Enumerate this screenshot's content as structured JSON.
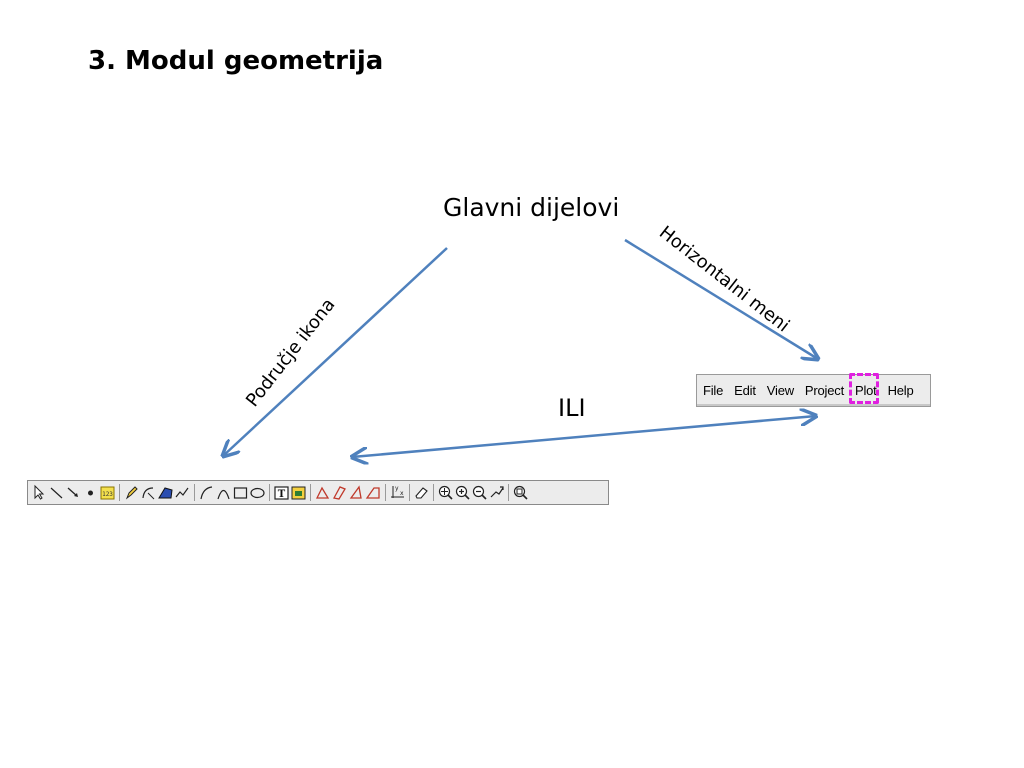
{
  "slide": {
    "title": "3. Modul geometrija",
    "center_label": "Glavni dijelovi",
    "left_branch_label": "Područje ikona",
    "right_branch_label": "Horizontalni meni",
    "or_label": "ILI"
  },
  "menubar": {
    "items": [
      "File",
      "Edit",
      "View",
      "Project",
      "Plot",
      "Help"
    ],
    "highlighted": "Plot",
    "highlight_color": "#e020e0"
  },
  "toolbar": {
    "groups": [
      [
        "pointer-arrow-icon",
        "line-icon",
        "arrow-line-icon",
        "point-icon",
        "number-label-icon"
      ],
      [
        "pencil-icon",
        "curve-edit-icon",
        "fill-region-icon",
        "polyline-icon"
      ],
      [
        "arc-icon",
        "semicircle-icon",
        "rectangle-icon",
        "ellipse-icon"
      ],
      [
        "text-box-icon",
        "image-icon"
      ],
      [
        "triangle-icon",
        "parallelogram-icon",
        "quadrilateral-icon",
        "trapezoid-icon"
      ],
      [
        "axes-icon"
      ],
      [
        "eraser-icon"
      ],
      [
        "zoom-fit-icon",
        "zoom-in-icon",
        "zoom-out-icon",
        "pan-icon"
      ],
      [
        "zoom-window-icon"
      ]
    ]
  },
  "colors": {
    "arrow": "#4f81bd",
    "toolbar_bg": "#ececec"
  }
}
